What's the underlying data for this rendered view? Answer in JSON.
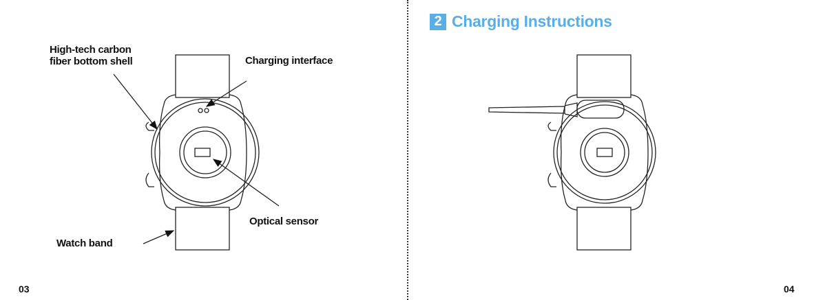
{
  "left_page": {
    "labels": {
      "bottom_shell": [
        "High-tech carbon",
        "fiber bottom shell"
      ],
      "charging_interface": "Charging interface",
      "optical_sensor": "Optical sensor",
      "watch_band": "Watch band"
    },
    "page_number": "03"
  },
  "right_page": {
    "section_number": "2",
    "section_title": "Charging Instructions",
    "page_number": "04"
  },
  "colors": {
    "accent": "#5aaee6"
  }
}
